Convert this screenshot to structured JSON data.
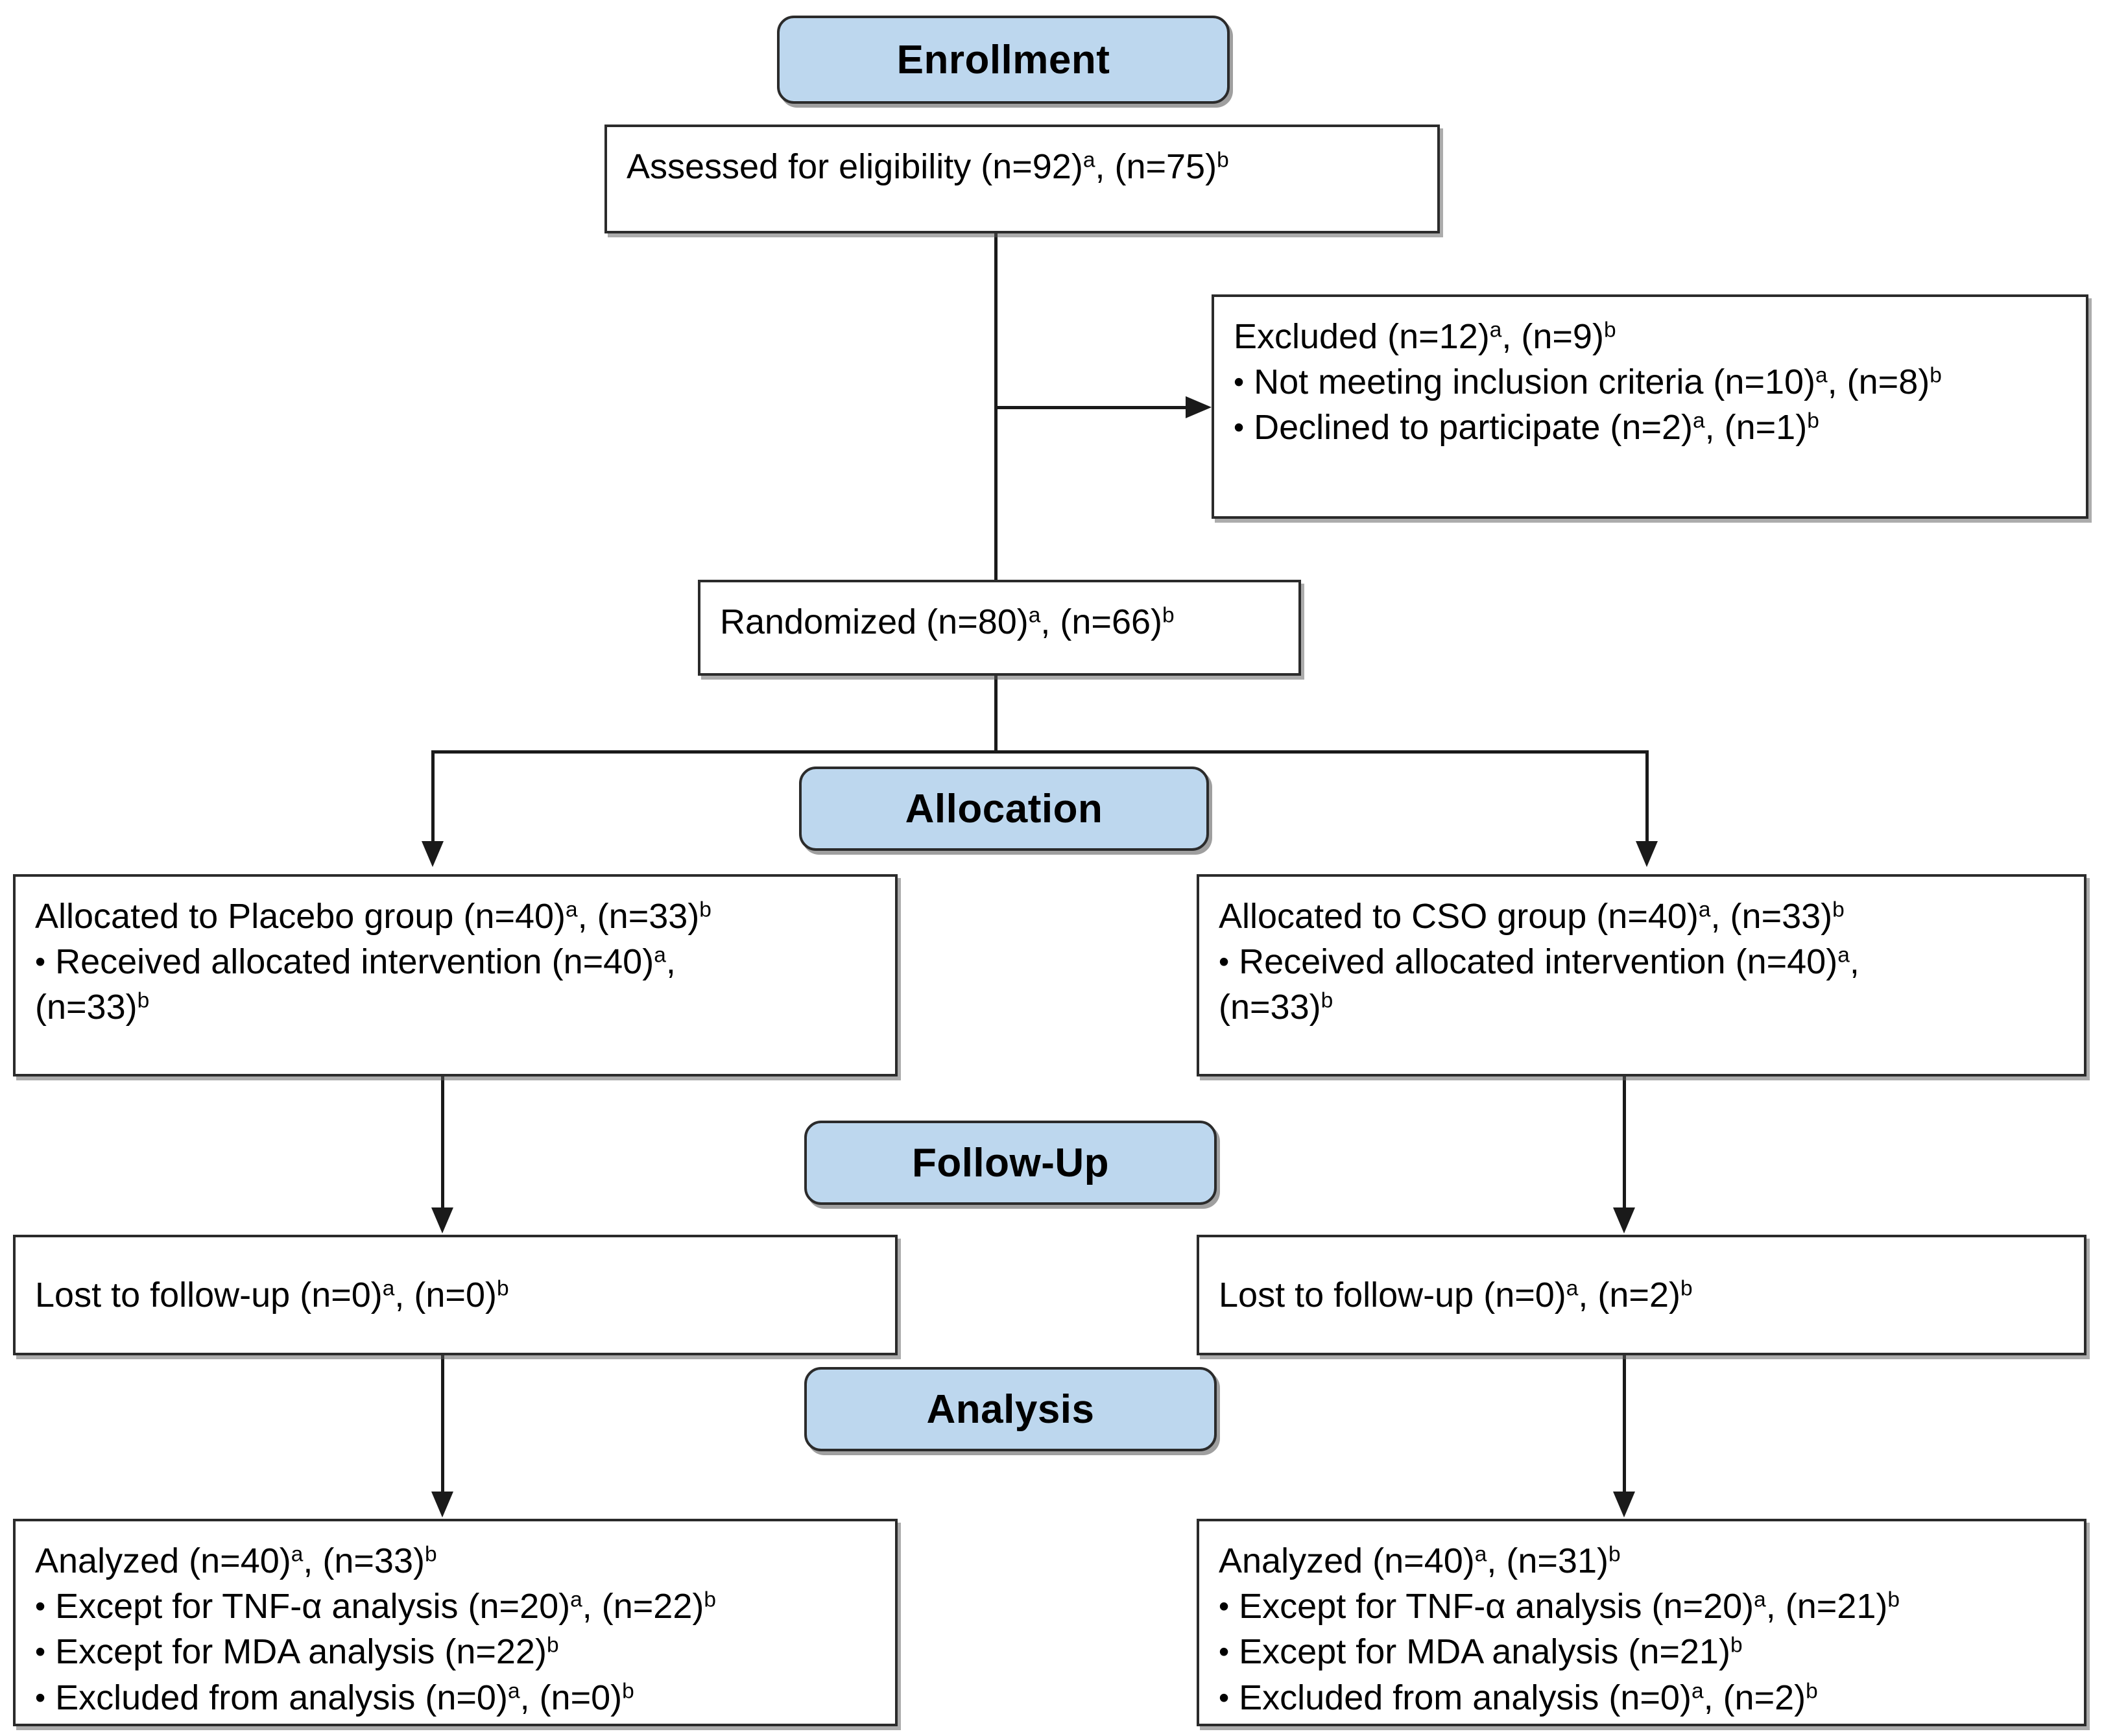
{
  "diagram": {
    "title": "CONSORT participant flow diagram",
    "accent_color": "#bdd7ee",
    "border_color": "#2b2b2b",
    "line_color": "#1a1a1a",
    "background_color": "#ffffff"
  },
  "stages": {
    "enrollment": "Enrollment",
    "allocation": "Allocation",
    "follow_up": "Follow-Up",
    "analysis": "Analysis"
  },
  "enrollment": {
    "assessed": {
      "text": "Assessed for eligibility (n=92)",
      "sup_a": "a",
      "text2": ", (n=75)",
      "sup_b": "b"
    },
    "excluded": {
      "heading": "Excluded (n=12)",
      "heading_sup_a": "a",
      "heading_mid": ", (n=9)",
      "heading_sup_b": "b",
      "items": [
        {
          "bullet": "•",
          "text": "Not meeting inclusion criteria (n=10)",
          "sup_a": "a",
          "mid": ", (n=8)",
          "sup_b": "b"
        },
        {
          "bullet": "•",
          "text": "Declined to participate (n=2)",
          "sup_a": "a",
          "mid": ", (n=1)",
          "sup_b": "b"
        }
      ]
    },
    "randomized": {
      "text": "Randomized (n=80)",
      "sup_a": "a",
      "text2": ", (n=66)",
      "sup_b": "b"
    }
  },
  "allocation": {
    "left": {
      "heading": "Allocated to Placebo group (n=40)",
      "heading_sup_a": "a",
      "heading_mid": ", (n=33)",
      "heading_sup_b": "b",
      "items": [
        {
          "bullet": "•",
          "text": "Received allocated intervention (n=40)",
          "sup_a": "a",
          "mid": ",",
          "wrap_text": "(n=33)",
          "sup_b": "b"
        }
      ]
    },
    "right": {
      "heading": "Allocated to CSO group (n=40)",
      "heading_sup_a": "a",
      "heading_mid": ", (n=33)",
      "heading_sup_b": "b",
      "items": [
        {
          "bullet": "•",
          "text": "Received allocated intervention (n=40)",
          "sup_a": "a",
          "mid": ",",
          "wrap_text": "(n=33)",
          "sup_b": "b"
        }
      ]
    }
  },
  "follow_up": {
    "left": {
      "text": "Lost to follow-up (n=0)",
      "sup_a": "a",
      "text2": ", (n=0)",
      "sup_b": "b"
    },
    "right": {
      "text": "Lost to follow-up (n=0)",
      "sup_a": "a",
      "text2": ", (n=2)",
      "sup_b": "b"
    }
  },
  "analysis": {
    "left": {
      "heading": "Analyzed (n=40)",
      "heading_sup_a": "a",
      "heading_mid": ", (n=33)",
      "heading_sup_b": "b",
      "items": [
        {
          "bullet": "•",
          "text": "Except for TNF-α analysis (n=20)",
          "sup_a": "a",
          "mid": ", (n=22)",
          "sup_b": "b"
        },
        {
          "bullet": "•",
          "text": "Except for MDA analysis (n=22)",
          "sup_a": "",
          "mid": "",
          "sup_b": "b"
        },
        {
          "bullet": "•",
          "text": "Excluded from analysis (n=0)",
          "sup_a": "a",
          "mid": ", (n=0)",
          "sup_b": "b"
        }
      ]
    },
    "right": {
      "heading": "Analyzed (n=40)",
      "heading_sup_a": "a",
      "heading_mid": ", (n=31)",
      "heading_sup_b": "b",
      "items": [
        {
          "bullet": "•",
          "text": "Except for TNF-α analysis (n=20)",
          "sup_a": "a",
          "mid": ", (n=21)",
          "sup_b": "b"
        },
        {
          "bullet": "•",
          "text": "Except for MDA analysis (n=21)",
          "sup_a": "",
          "mid": "",
          "sup_b": "b"
        },
        {
          "bullet": "•",
          "text": "Excluded from analysis (n=0)",
          "sup_a": "a",
          "mid": ", (n=2)",
          "sup_b": "b"
        }
      ]
    }
  }
}
